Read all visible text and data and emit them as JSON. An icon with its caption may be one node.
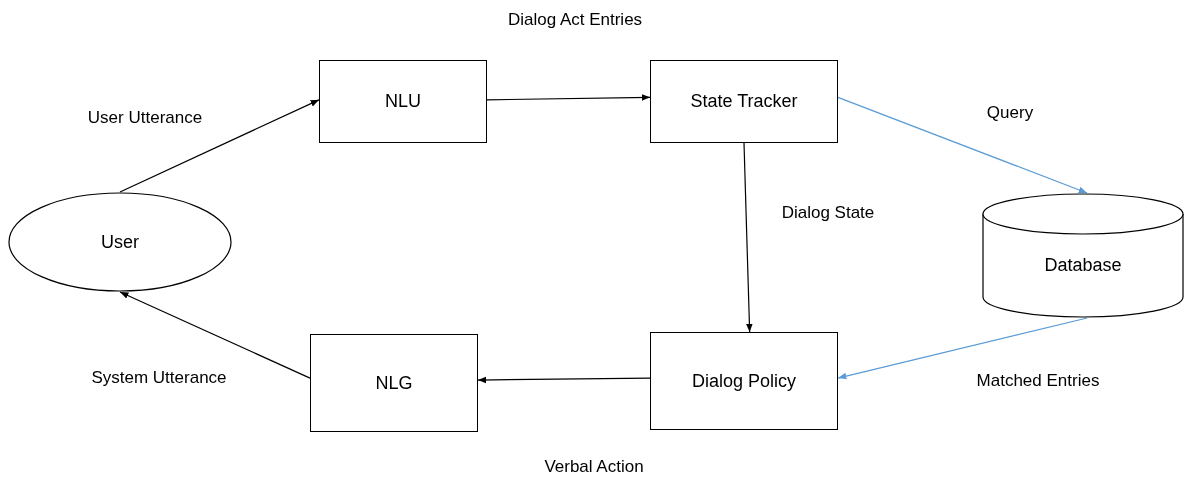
{
  "diagram": {
    "nodes": [
      {
        "text": [
          "User"
        ]
      },
      {
        "text": [
          "NLU"
        ]
      },
      {
        "text": [
          "State Tracker"
        ]
      },
      {
        "text": [
          "Database"
        ]
      },
      {
        "text": [
          "Dialog Policy"
        ]
      },
      {
        "text": [
          "NLG"
        ]
      }
    ],
    "edges": [
      {
        "from": 0,
        "to": 1,
        "arrow": "to",
        "label": "User Utterance"
      },
      {
        "from": 1,
        "to": 2,
        "arrow": "to",
        "label": "Dialog Act Entries"
      },
      {
        "from": 2,
        "to": 3,
        "arrow": "to",
        "label": "Query",
        "color": "#5b9bd5"
      },
      {
        "from": 2,
        "to": 4,
        "arrow": "to",
        "label": "Dialog State"
      },
      {
        "from": 3,
        "to": 4,
        "arrow": "to",
        "label": "Matched Entries",
        "color": "#5b9bd5"
      },
      {
        "from": 4,
        "to": 5,
        "arrow": "to",
        "label": "Verbal Action"
      },
      {
        "from": 5,
        "to": 0,
        "arrow": "to",
        "label": "System Utterance"
      }
    ]
  }
}
